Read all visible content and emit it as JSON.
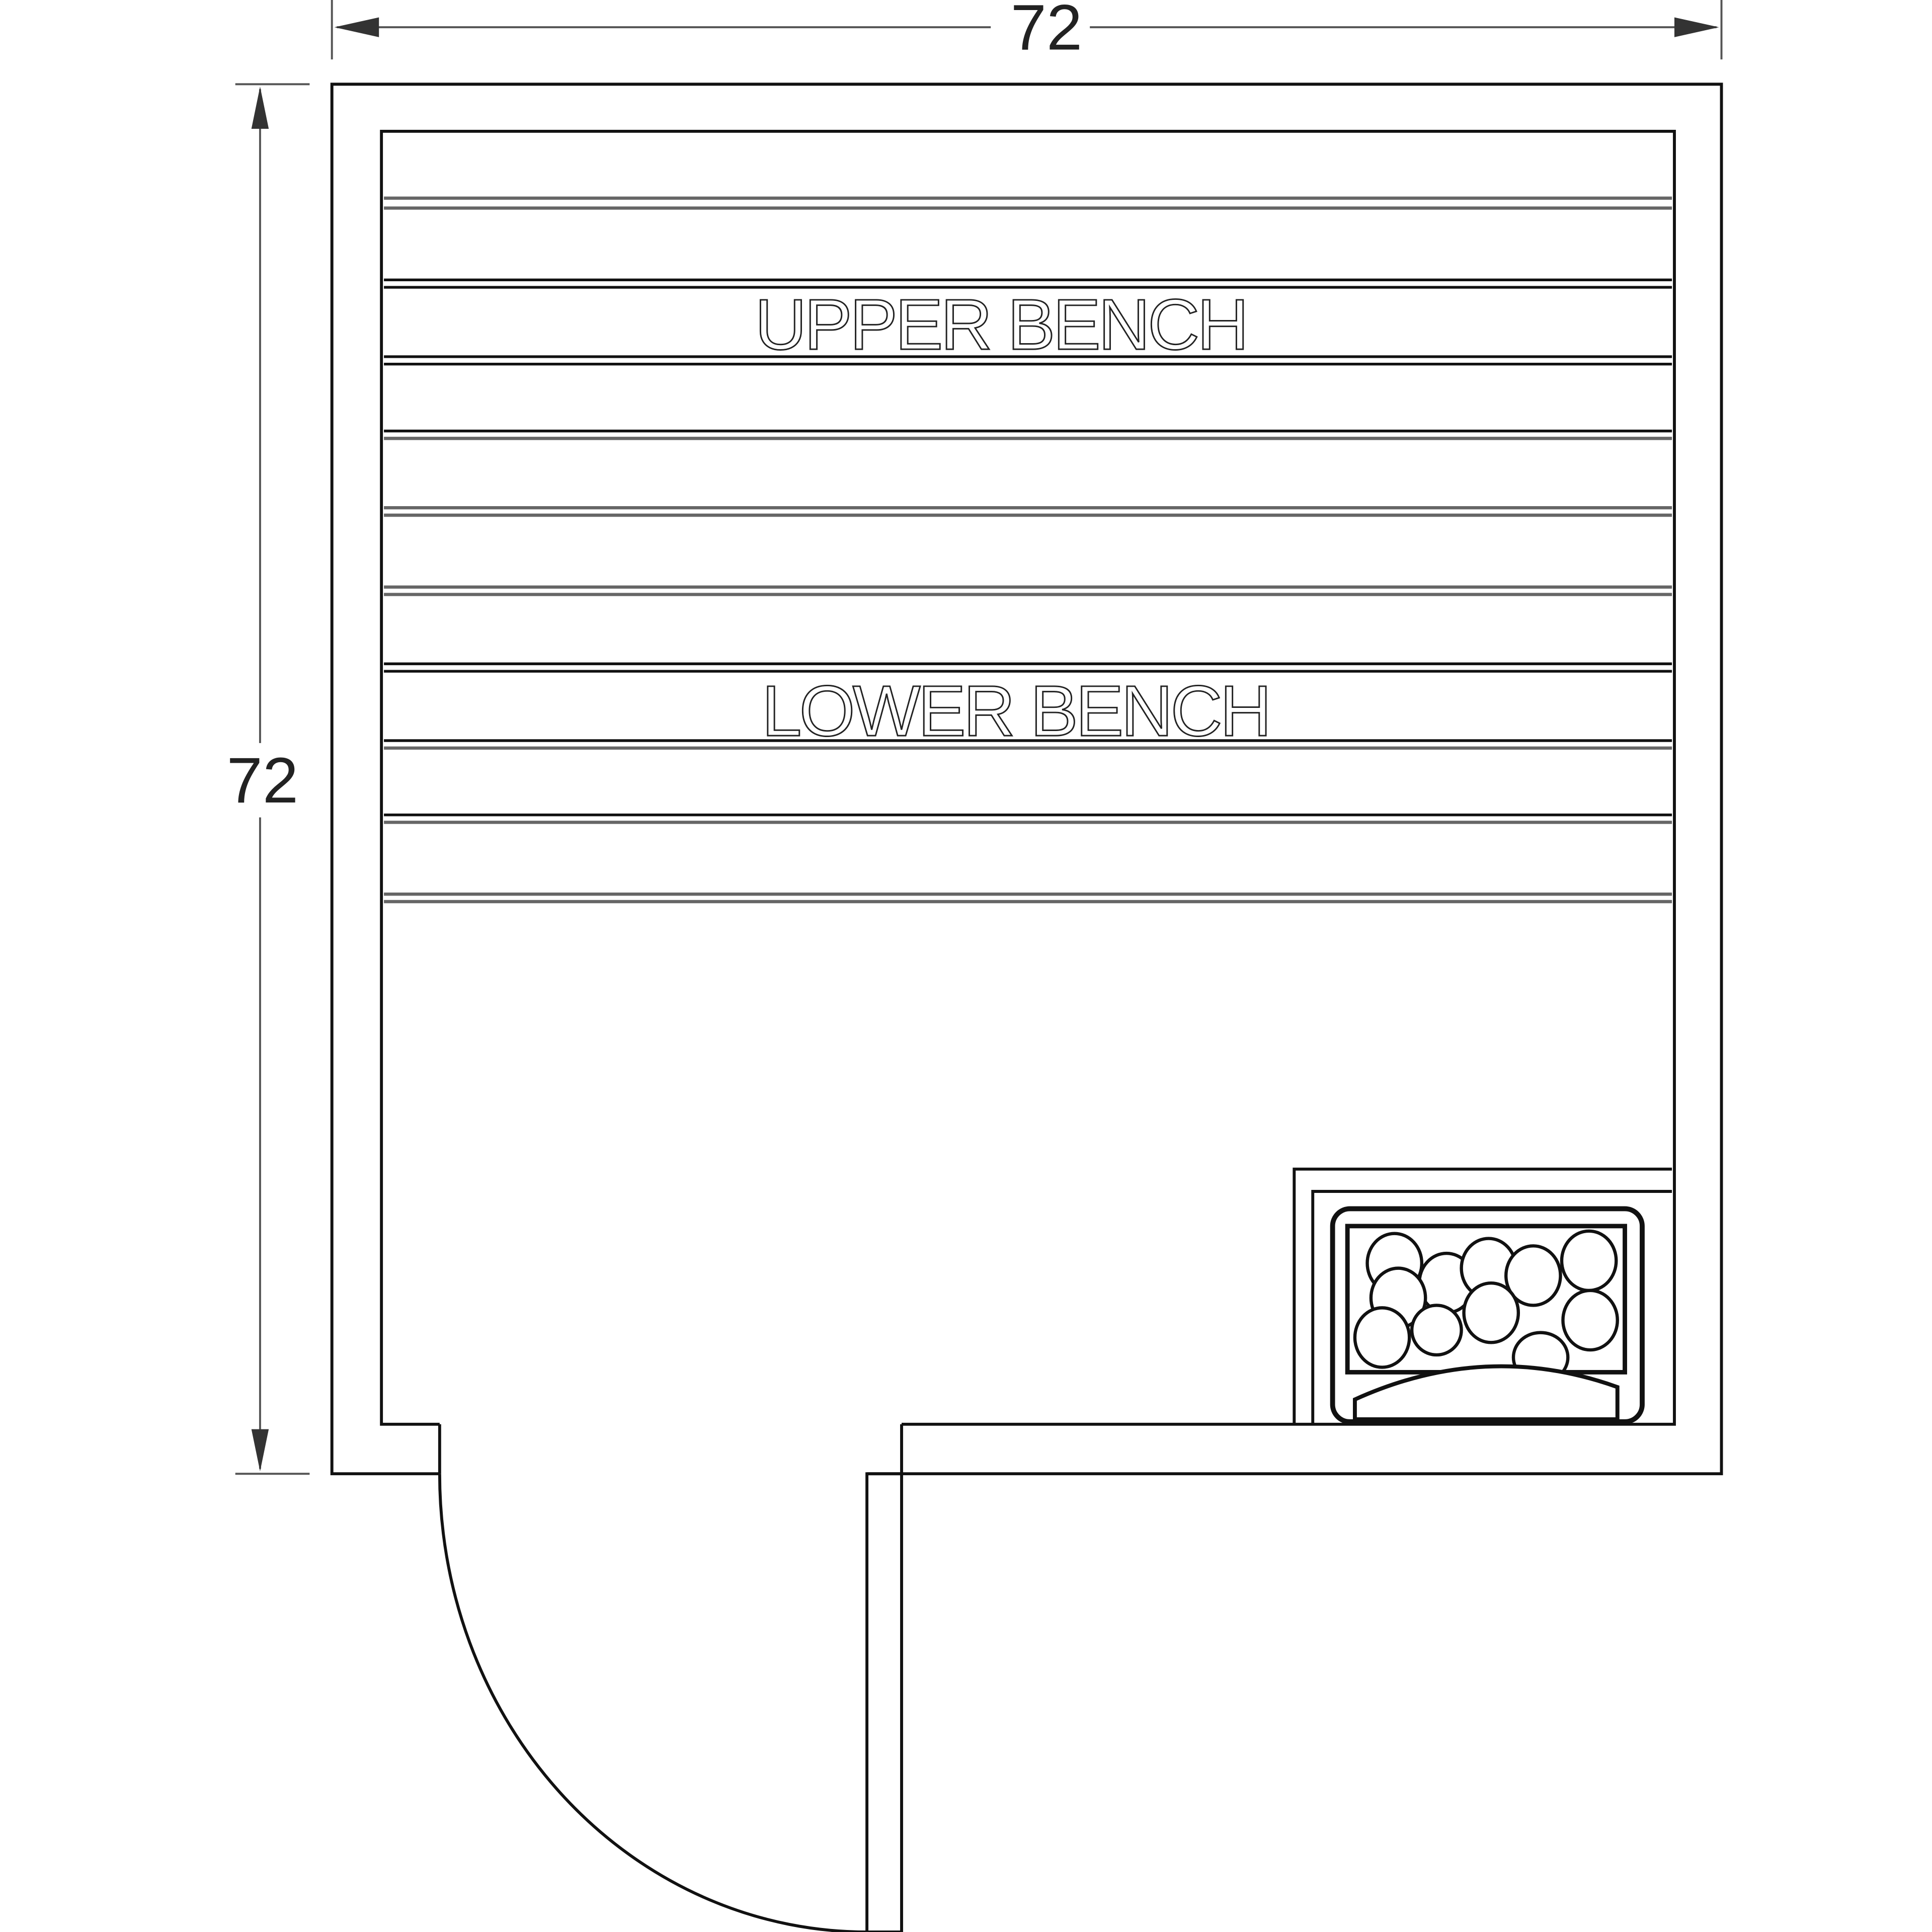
{
  "drawing": {
    "type": "sauna floor plan",
    "dimensions": {
      "width_label": "72",
      "depth_label": "72"
    },
    "labels": {
      "upper_bench": "UPPER BENCH",
      "lower_bench": "LOWER BENCH"
    },
    "components": [
      "outer-wall",
      "inner-wall",
      "upper-bench",
      "lower-bench",
      "heater-with-stones",
      "swing-door"
    ],
    "colors": {
      "line": "#111111",
      "dimension_line": "#555555",
      "background": "#ffffff"
    }
  }
}
